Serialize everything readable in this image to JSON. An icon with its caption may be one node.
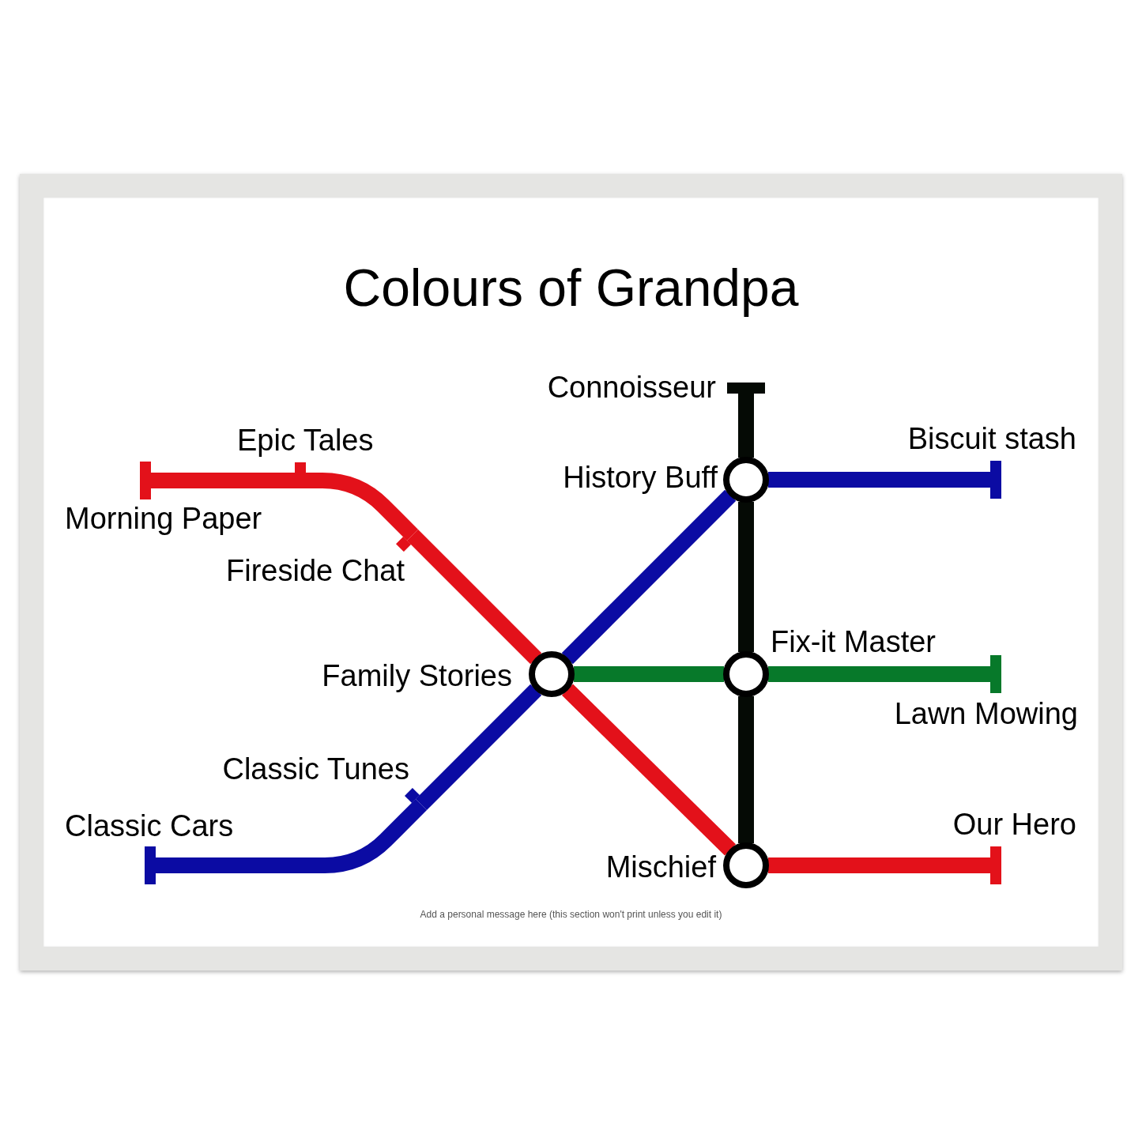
{
  "diagram": {
    "title": "Colours of Grandpa",
    "nodes": [
      {
        "text": [
          "Connoisseur"
        ]
      },
      {
        "text": [
          "Epic Tales"
        ]
      },
      {
        "text": [
          "Biscuit stash"
        ]
      },
      {
        "text": [
          "History Buff"
        ]
      },
      {
        "text": [
          "Morning Paper"
        ]
      },
      {
        "text": [
          "Fireside Chat"
        ]
      },
      {
        "text": [
          "Fix-it Master"
        ]
      },
      {
        "text": [
          "Family Stories"
        ]
      },
      {
        "text": [
          "Lawn Mowing"
        ]
      },
      {
        "text": [
          "Classic Tunes"
        ]
      },
      {
        "text": [
          "Classic Cars"
        ]
      },
      {
        "text": [
          "Our Hero"
        ]
      },
      {
        "text": [
          "Mischief"
        ]
      }
    ],
    "edges": [
      {
        "from": 4,
        "to": 1,
        "arrow": "none",
        "color": "#e3111a"
      },
      {
        "from": 1,
        "to": 5,
        "arrow": "none",
        "color": "#e3111a"
      },
      {
        "from": 5,
        "to": 7,
        "arrow": "none",
        "color": "#e3111a"
      },
      {
        "from": 7,
        "to": 12,
        "arrow": "none",
        "color": "#e3111a"
      },
      {
        "from": 12,
        "to": 11,
        "arrow": "none",
        "color": "#e3111a"
      },
      {
        "from": 10,
        "to": 9,
        "arrow": "none",
        "color": "#0b0ba3"
      },
      {
        "from": 9,
        "to": 7,
        "arrow": "none",
        "color": "#0b0ba3"
      },
      {
        "from": 7,
        "to": 3,
        "arrow": "none",
        "color": "#0b0ba3"
      },
      {
        "from": 3,
        "to": 2,
        "arrow": "none",
        "color": "#0b0ba3"
      },
      {
        "from": 7,
        "to": 6,
        "arrow": "none",
        "color": "#07792a"
      },
      {
        "from": 6,
        "to": 8,
        "arrow": "none",
        "color": "#07792a"
      },
      {
        "from": 0,
        "to": 3,
        "arrow": "none",
        "color": "#050a05"
      },
      {
        "from": 3,
        "to": 6,
        "arrow": "none",
        "color": "#050a05"
      },
      {
        "from": 6,
        "to": 12,
        "arrow": "none",
        "color": "#050a05"
      }
    ],
    "labels": [
      "Add a personal message here (this section won't print unless you edit it)"
    ]
  }
}
